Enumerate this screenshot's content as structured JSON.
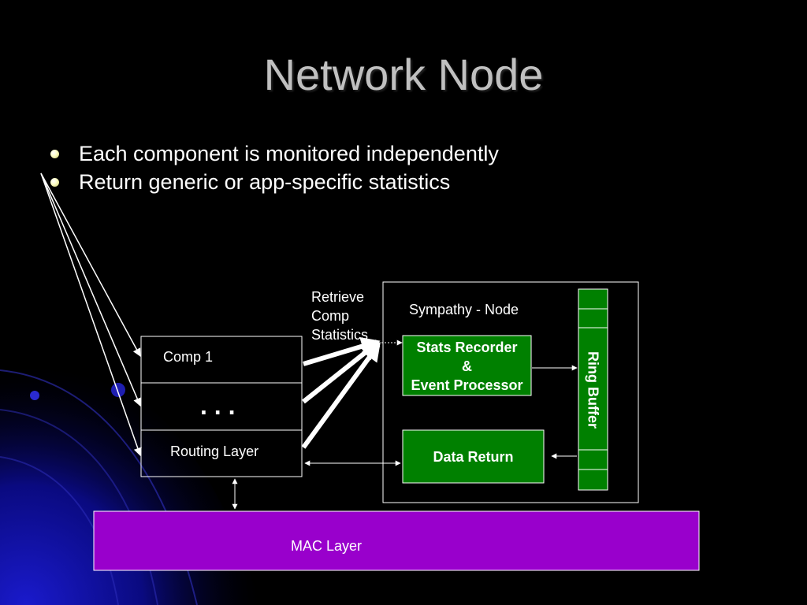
{
  "slide": {
    "title": "Network Node",
    "bullets": [
      "Each component is monitored independently",
      "Return generic or app-specific statistics"
    ]
  },
  "diagram": {
    "retrieve_label_lines": [
      "Retrieve",
      "Comp",
      "Statistics"
    ],
    "node_stack": {
      "comp1": "Comp 1",
      "ellipsis": ". . .",
      "routing": "Routing Layer"
    },
    "sympathy_node": {
      "title": "Sympathy - Node",
      "stats_recorder_lines": [
        "Stats Recorder",
        "&",
        "Event Processor"
      ],
      "data_return": "Data Return",
      "ring_buffer": "Ring Buffer"
    },
    "mac_layer": "MAC Layer"
  },
  "colors": {
    "green": "#008000",
    "purple": "#9900cc",
    "bg_blue": "#000080"
  }
}
